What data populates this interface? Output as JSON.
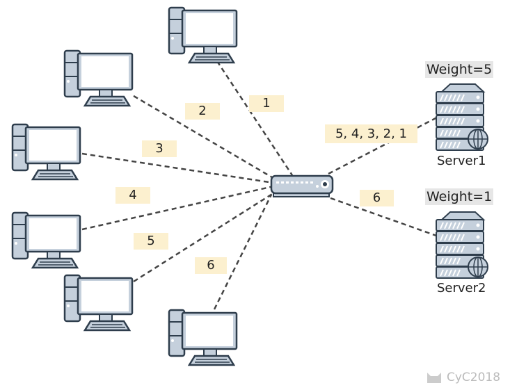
{
  "edges": {
    "c1": "1",
    "c2": "2",
    "c3": "3",
    "c4": "4",
    "c5": "5",
    "c6": "6",
    "server1": "5, 4, 3, 2, 1",
    "server2": "6"
  },
  "servers": [
    {
      "name": "Server1",
      "weight": "Weight=5"
    },
    {
      "name": "Server2",
      "weight": "Weight=1"
    }
  ],
  "watermark": "CyC2018",
  "colors": {
    "device": "#c5d0dc",
    "outline": "#2e3d4c",
    "label_bg": "#fcf0cf"
  }
}
